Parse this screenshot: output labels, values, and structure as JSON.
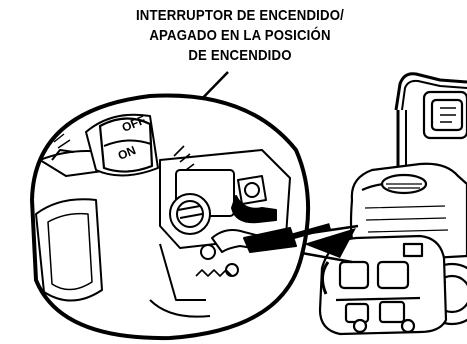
{
  "callout": {
    "lines": [
      "INTERRUPTOR DE ENCENDIDO/",
      "APAGADO EN LA POSICIÓN",
      "DE ENCENDIDO"
    ]
  },
  "switch": {
    "off_label": "OFF",
    "on_label": "ON"
  }
}
